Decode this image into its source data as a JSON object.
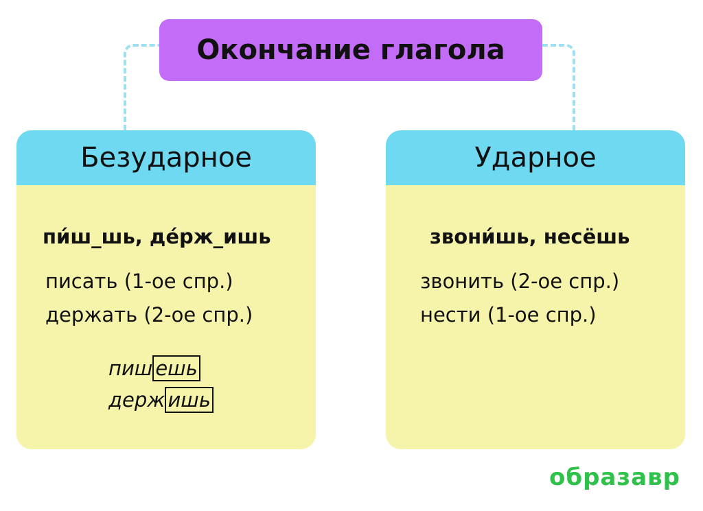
{
  "title": "Окончание глагола",
  "left": {
    "header": "Безударное",
    "example": "пи́ш_шь, де́рж_ишь",
    "lines": [
      "писать (1-ое спр.)",
      "держать (2-ое спр.)"
    ],
    "words": [
      {
        "stem": "пиш",
        "ending": "ешь"
      },
      {
        "stem": "держ",
        "ending": "ишь"
      }
    ]
  },
  "right": {
    "header": "Ударное",
    "example": "звони́шь, несёшь",
    "lines": [
      "звонить (2-ое спр.)",
      "нести (1-ое спр.)"
    ]
  },
  "logo": "образавр",
  "colors": {
    "title": "#c36cf8",
    "header": "#6fd9f2",
    "body": "#f6f4aa",
    "logo": "#2fc24a",
    "connector": "#9fdff2"
  }
}
